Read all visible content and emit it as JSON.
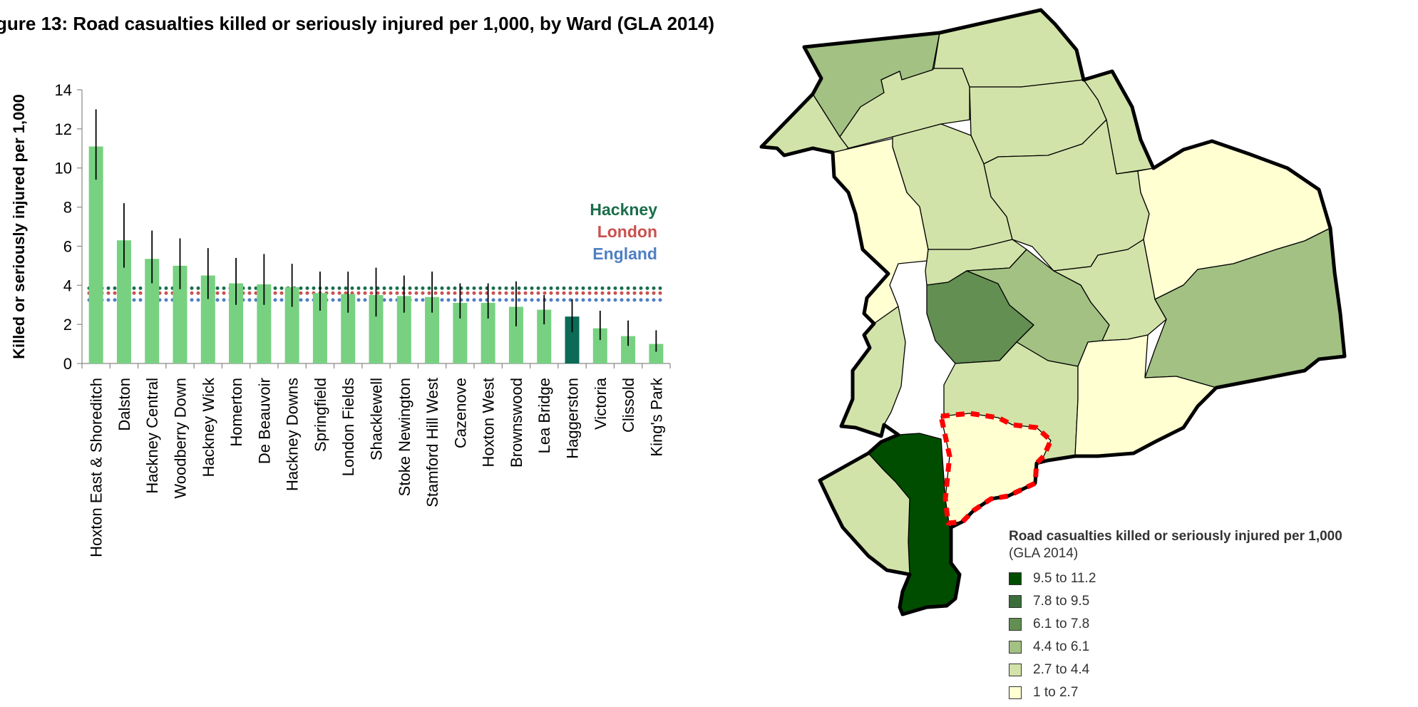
{
  "figure_title": "gure 13:  Road casualties killed or seriously injured per 1,000, by Ward (GLA 2014)",
  "chart_data": {
    "type": "bar",
    "title": "",
    "ylabel": "Killed or seriously injured per 1,000",
    "xlabel": "",
    "ylim": [
      0,
      14
    ],
    "yticks": [
      0,
      2,
      4,
      6,
      8,
      10,
      12,
      14
    ],
    "categories": [
      "Hoxton East & Shoreditch",
      "Dalston",
      "Hackney Central",
      "Woodberry Down",
      "Hackney Wick",
      "Homerton",
      "De Beauvoir",
      "Hackney Downs",
      "Springfield",
      "London Fields",
      "Shacklewell",
      "Stoke Newington",
      "Stamford Hill West",
      "Cazenove",
      "Hoxton West",
      "Brownswood",
      "Lea Bridge",
      "Haggerston",
      "Victoria",
      "Clissold",
      "King's Park"
    ],
    "values": [
      11.1,
      6.3,
      5.35,
      5.0,
      4.5,
      4.1,
      4.05,
      3.9,
      3.6,
      3.55,
      3.5,
      3.45,
      3.4,
      3.1,
      3.1,
      2.9,
      2.75,
      2.4,
      1.8,
      1.4,
      1.0
    ],
    "error_low": [
      9.4,
      4.9,
      4.1,
      3.8,
      3.3,
      3.0,
      3.0,
      2.9,
      2.7,
      2.6,
      2.4,
      2.6,
      2.6,
      2.3,
      2.3,
      1.9,
      2.0,
      1.6,
      1.2,
      0.9,
      0.6
    ],
    "error_high": [
      13.0,
      8.2,
      6.8,
      6.4,
      5.9,
      5.4,
      5.6,
      5.1,
      4.7,
      4.7,
      4.9,
      4.5,
      4.7,
      4.1,
      4.1,
      4.2,
      3.5,
      3.3,
      2.7,
      2.2,
      1.7
    ],
    "highlight_category": "Haggerston",
    "bar_color": "#77d181",
    "highlight_color": "#0b6b57",
    "reference_lines": [
      {
        "name": "Hackney",
        "value": 3.85,
        "color": "#1a6e4c"
      },
      {
        "name": "London",
        "value": 3.6,
        "color": "#c9514e"
      },
      {
        "name": "England",
        "value": 3.25,
        "color": "#4f7fc1"
      }
    ]
  },
  "map": {
    "legend_title": "Road casualties killed or seriously injured per 1,000",
    "legend_subtitle": "(GLA 2014)",
    "legend_items": [
      {
        "label": "9.5 to 11.2",
        "color": "#004d00"
      },
      {
        "label": "7.8 to   9.5",
        "color": "#3b6e3b"
      },
      {
        "label": "6.1 to   7.8",
        "color": "#638f52"
      },
      {
        "label": "4.4 to   6.1",
        "color": "#a2c183"
      },
      {
        "label": "2.7 to   4.4",
        "color": "#d2e3a9"
      },
      {
        "label": "1    to   2.7",
        "color": "#ffffd2"
      }
    ],
    "highlight_outline_color": "#ff0000"
  }
}
